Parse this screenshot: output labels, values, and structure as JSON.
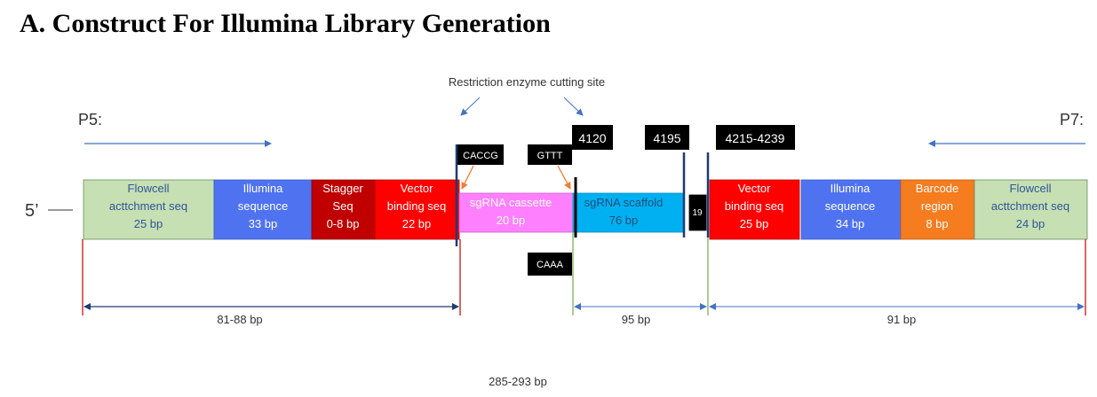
{
  "title": "A. Construct For Illumina Library Generation",
  "restriction_label": "Restriction enzyme cutting site",
  "p5_label": "P5:",
  "p7_label": "P7:",
  "five_prime_label": "5’",
  "segments": [
    {
      "lines": [
        "Flowcell",
        "acttchment seq",
        "25 bp"
      ],
      "fill": "#c6e0b4",
      "text_color": "#2f5597"
    },
    {
      "lines": [
        "Illumina",
        "sequence",
        "33 bp"
      ],
      "fill": "#4f73f0",
      "text_color": "#ffffff"
    },
    {
      "lines": [
        "Stagger",
        "Seq",
        "0-8 bp"
      ],
      "fill": "#c00000",
      "text_color": "#ffffff"
    },
    {
      "lines": [
        "Vector",
        "binding seq",
        "22 bp"
      ],
      "fill": "#ff0000",
      "text_color": "#ffffff"
    },
    {
      "lines": [
        "sgRNA cassette",
        "20 bp"
      ],
      "fill": "#ff80ff",
      "text_color": "#ffffff"
    },
    {
      "lines": [
        "sgRNA scaffold",
        "76 bp"
      ],
      "fill": "#00b0f0",
      "text_color": "#1f4e79"
    },
    {
      "lines": [
        "19"
      ],
      "fill": "#000000",
      "text_color": "#ffffff"
    },
    {
      "lines": [
        "Vector",
        "binding seq",
        "25 bp"
      ],
      "fill": "#ff0000",
      "text_color": "#ffffff"
    },
    {
      "lines": [
        "Illumina",
        "sequence",
        "34 bp"
      ],
      "fill": "#4f73f0",
      "text_color": "#ffffff"
    },
    {
      "lines": [
        "Barcode",
        "region",
        "8 bp"
      ],
      "fill": "#f57c1f",
      "text_color": "#ffffff"
    },
    {
      "lines": [
        "Flowcell",
        "acttchment seq",
        "24 bp"
      ],
      "fill": "#c6e0b4",
      "text_color": "#2f5597"
    }
  ],
  "tags": {
    "caccg": "CACCG",
    "gttt": "GTTT",
    "caaa": "CAAA",
    "pos_4120": "4120",
    "pos_4195": "4195",
    "pos_4215": "4215-4239"
  },
  "spans": {
    "left": "81-88 bp",
    "middle": "95 bp",
    "right": "91 bp",
    "total": "285-293 bp"
  },
  "colors": {
    "arrow_blue": "#4472c4",
    "divider_navy": "#1f3b73",
    "marker_red": "#c00000",
    "marker_green": "#70ad47",
    "pointer_orange": "#ed7d31"
  }
}
